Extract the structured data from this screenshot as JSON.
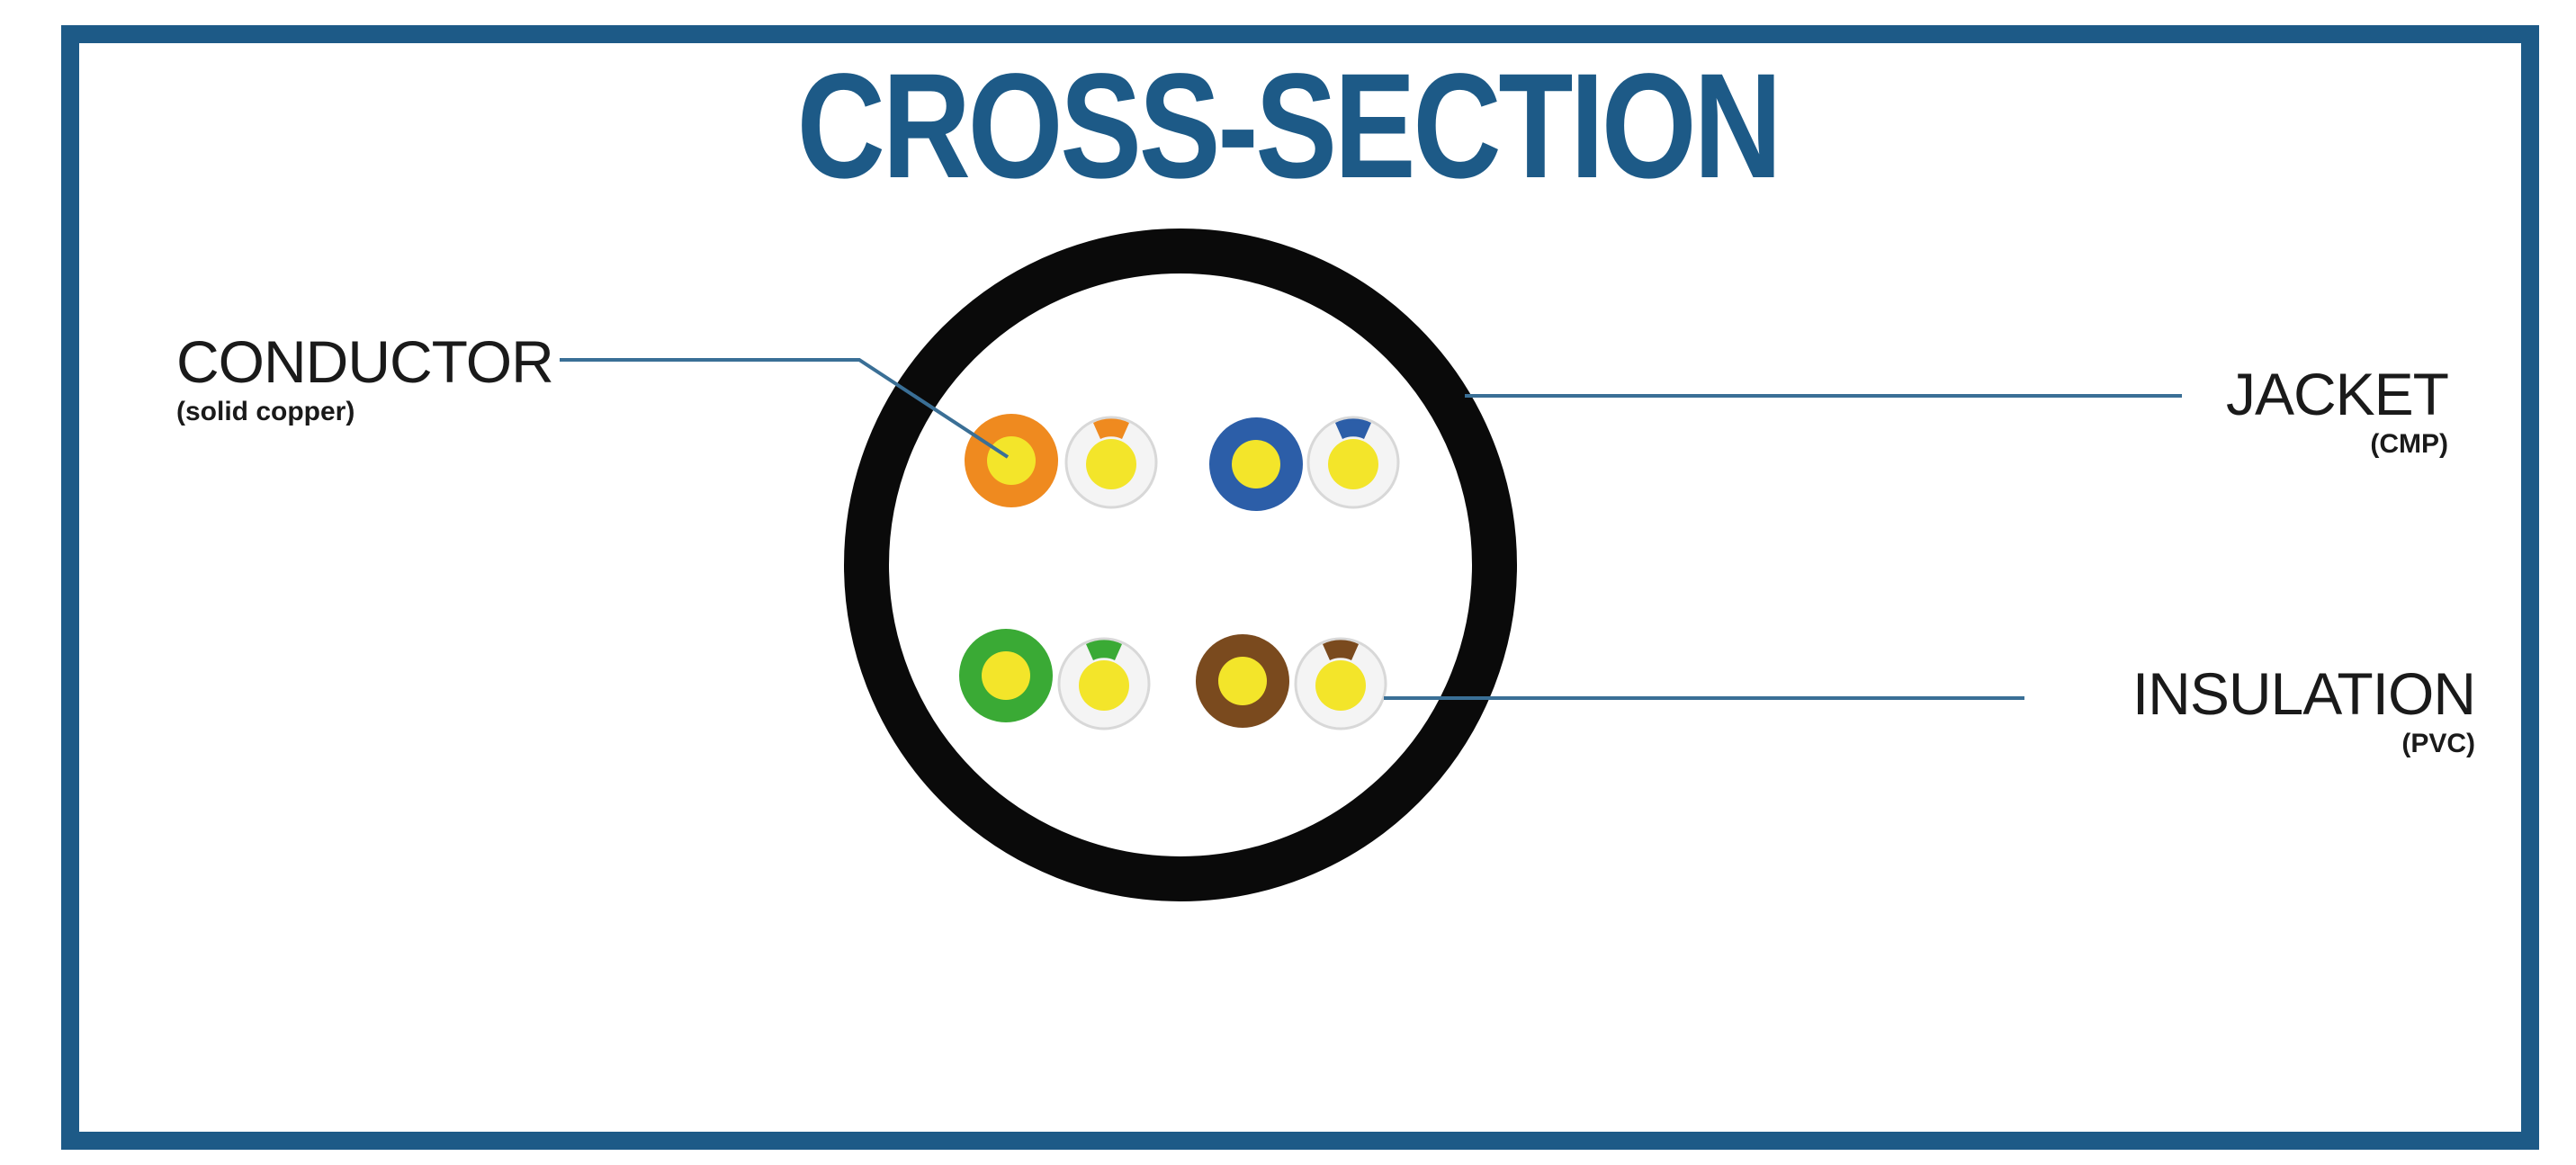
{
  "title": "CROSS-SECTION",
  "labels": {
    "conductor": {
      "main": "CONDUCTOR",
      "sub": "(solid copper)"
    },
    "jacket": {
      "main": "JACKET",
      "sub": "(CMP)"
    },
    "insulation": {
      "main": "INSULATION",
      "sub": "(PVC)"
    }
  },
  "colors": {
    "frame": "#1d5a87",
    "title": "#1d5a87",
    "leader": "#3a6f96",
    "jacket": "#0a0a0a",
    "copper_core": "#f3e52a",
    "white_insulation": "#f4f4f4",
    "pairs": [
      "#ef8a1f",
      "#2c5ea8",
      "#3aaa35",
      "#7a4a1e"
    ]
  },
  "pairs": [
    {
      "color_name": "orange"
    },
    {
      "color_name": "blue"
    },
    {
      "color_name": "green"
    },
    {
      "color_name": "brown"
    }
  ]
}
